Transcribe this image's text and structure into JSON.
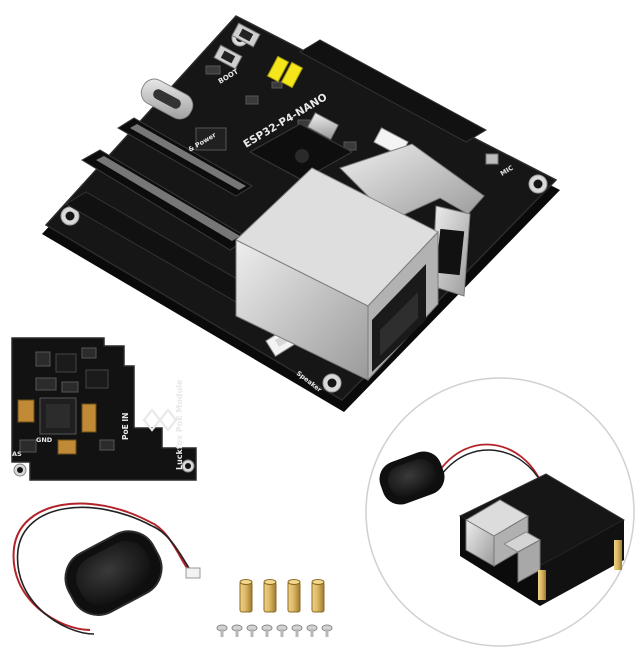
{
  "board": {
    "model_label": "ESP32-P4-NANO",
    "boot_label": "BOOT",
    "power_label": "& Power",
    "mic_label": "MIC",
    "speaker_label": "Speaker"
  },
  "poe_module": {
    "name_label": "Luckfox PoE Module",
    "poe_in_label": "PoE IN",
    "gnd_label": "GND",
    "as_label": "AS"
  },
  "colors": {
    "pcb": "#141414",
    "rj45_metal": "#c9c9c9",
    "header_gold": "#d6b25a",
    "jumper_yellow": "#f4e61b",
    "brass_standoff": "#d8b461",
    "speaker_wire_red": "#b3232a"
  },
  "accessories": {
    "standoff_count": 4,
    "screw_count": 8
  }
}
